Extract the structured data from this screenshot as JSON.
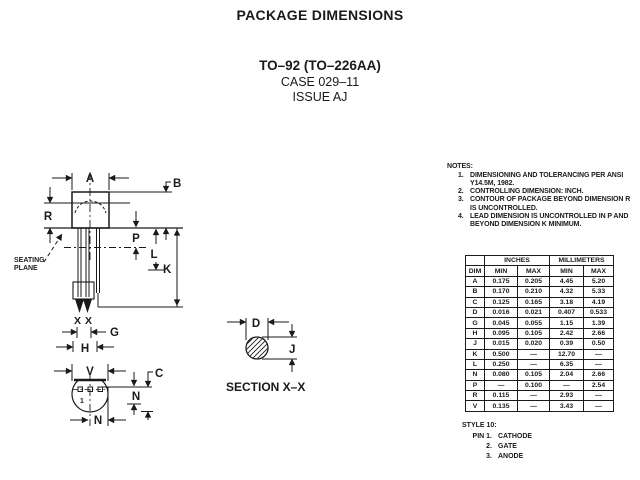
{
  "page": {
    "title": "PACKAGE DIMENSIONS",
    "package_name": "TO–92 (TO–226AA)",
    "case_number": "CASE 029–11",
    "issue": "ISSUE AJ"
  },
  "notes": {
    "heading": "NOTES:",
    "items": [
      {
        "num": "1.",
        "text": "DIMENSIONING AND TOLERANCING PER ANSI Y14.5M, 1982."
      },
      {
        "num": "2.",
        "text": "CONTROLLING DIMENSION: INCH."
      },
      {
        "num": "3.",
        "text": "CONTOUR OF PACKAGE BEYOND DIMENSION R IS UNCONTROLLED."
      },
      {
        "num": "4.",
        "text": "LEAD DIMENSION IS UNCONTROLLED IN P AND BEYOND DIMENSION K MINIMUM."
      }
    ]
  },
  "dim_table": {
    "group_headers": [
      "INCHES",
      "MILLIMETERS"
    ],
    "col_headers": [
      "DIM",
      "MIN",
      "MAX",
      "MIN",
      "MAX"
    ],
    "rows": [
      [
        "A",
        "0.175",
        "0.205",
        "4.45",
        "5.20"
      ],
      [
        "B",
        "0.170",
        "0.210",
        "4.32",
        "5.33"
      ],
      [
        "C",
        "0.125",
        "0.165",
        "3.18",
        "4.19"
      ],
      [
        "D",
        "0.016",
        "0.021",
        "0.407",
        "0.533"
      ],
      [
        "G",
        "0.045",
        "0.055",
        "1.15",
        "1.39"
      ],
      [
        "H",
        "0.095",
        "0.105",
        "2.42",
        "2.66"
      ],
      [
        "J",
        "0.015",
        "0.020",
        "0.39",
        "0.50"
      ],
      [
        "K",
        "0.500",
        "—",
        "12.70",
        "—"
      ],
      [
        "L",
        "0.250",
        "—",
        "6.35",
        "—"
      ],
      [
        "N",
        "0.080",
        "0.105",
        "2.04",
        "2.66"
      ],
      [
        "P",
        "—",
        "0.100",
        "—",
        "2.54"
      ],
      [
        "R",
        "0.115",
        "—",
        "2.93",
        "—"
      ],
      [
        "V",
        "0.135",
        "—",
        "3.43",
        "—"
      ]
    ]
  },
  "style_block": {
    "heading": "STYLE 10:",
    "pins": [
      {
        "num": "PIN 1.",
        "name": "CATHODE"
      },
      {
        "num": "2.",
        "name": "GATE"
      },
      {
        "num": "3.",
        "name": "ANODE"
      }
    ]
  },
  "drawing": {
    "labels": {
      "a": "A",
      "b": "B",
      "r": "R",
      "p": "P",
      "l": "L",
      "k": "K",
      "x1": "X",
      "x2": "X",
      "g": "G",
      "h": "H",
      "v": "V",
      "c": "C",
      "n_right": "N",
      "n_bottom": "N",
      "pin1": "1",
      "d": "D",
      "j": "J",
      "seating1": "SEATING",
      "seating2": "PLANE",
      "section_title": "SECTION X–X"
    }
  },
  "colors": {
    "ink": "#1a1a1a",
    "background": "#ffffff"
  }
}
